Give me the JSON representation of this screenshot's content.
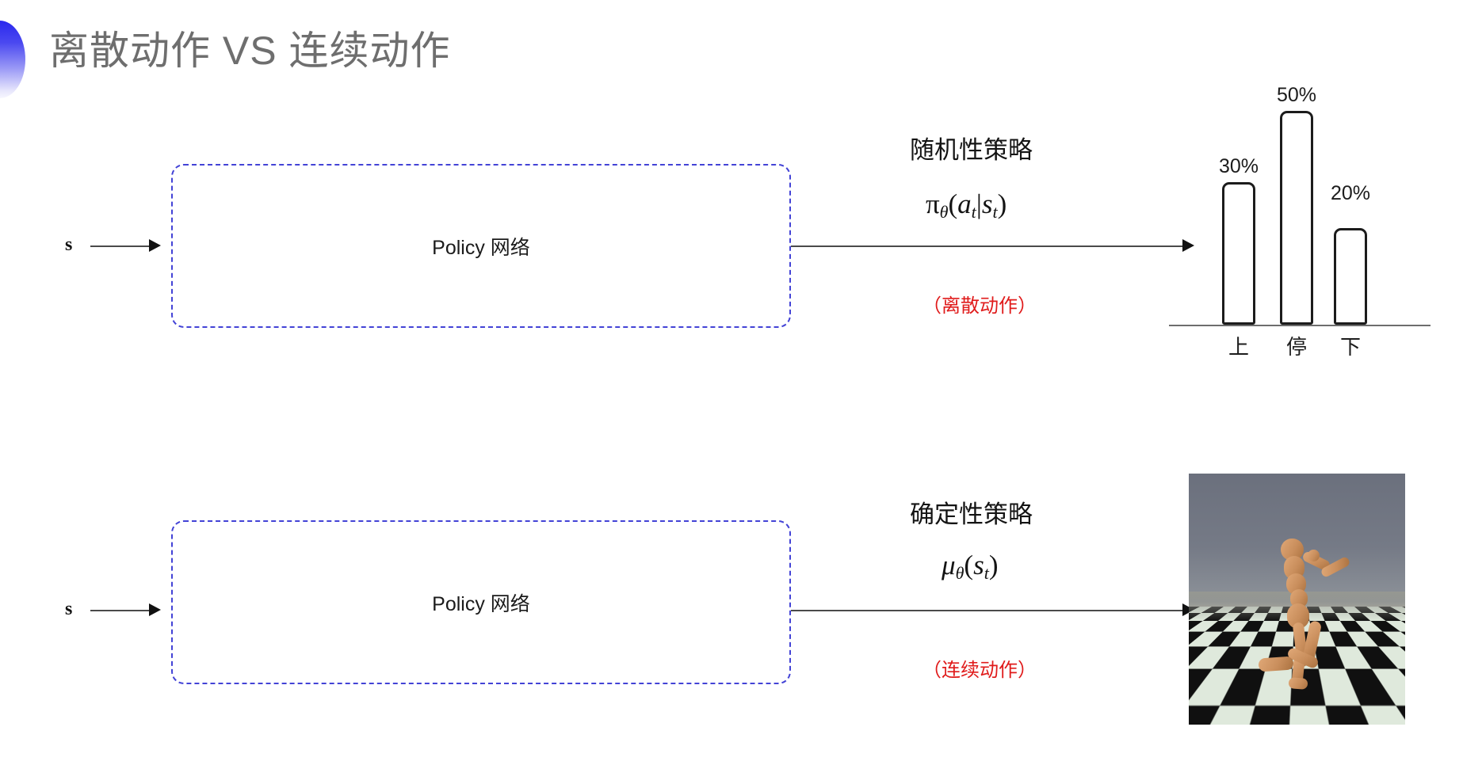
{
  "slide": {
    "title": "离散动作 VS 连续动作",
    "bullet_icon": "gradient-half-circle-icon",
    "title_color": "#6e6e6e",
    "accent_color": "#3333ee"
  },
  "rows": [
    {
      "id": "discrete",
      "state_label": "s",
      "box_label": "Policy 网络",
      "box_border_color": "#4343d6",
      "policy_caption": "随机性策略",
      "policy_formula": "π_θ(a_t|s_t)",
      "action_note": "（离散动作）",
      "action_note_color": "#e01b1b",
      "output_kind": "bar-chart"
    },
    {
      "id": "continuous",
      "state_label": "s",
      "box_label": "Policy 网络",
      "box_border_color": "#4343d6",
      "policy_caption": "确定性策略",
      "policy_formula": "μ_θ(s_t)",
      "action_note": "（连续动作）",
      "action_note_color": "#e01b1b",
      "output_kind": "humanoid-render"
    }
  ],
  "chart_data": {
    "type": "bar",
    "title": "",
    "xlabel": "",
    "ylabel": "",
    "categories": [
      "上",
      "停",
      "下"
    ],
    "values": [
      30,
      50,
      20
    ],
    "value_labels": [
      "30%",
      "50%",
      "20%"
    ],
    "ylim": [
      0,
      60
    ],
    "grid": false,
    "legend": "none"
  },
  "humanoid": {
    "alt": "MuJoCo Humanoid running on checkerboard floor",
    "sky_color": "#757a86",
    "floor_colors": [
      "#101010",
      "#dfe9dc"
    ],
    "body_color": "#c98e5c"
  }
}
